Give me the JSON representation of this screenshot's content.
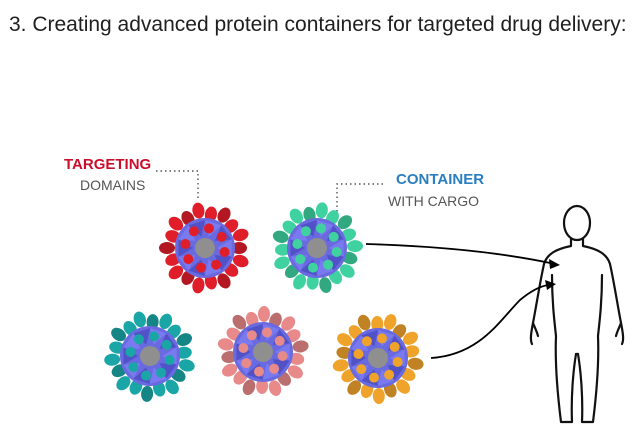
{
  "heading": "3. Creating advanced protein containers for targeted drug delivery:",
  "figure": {
    "label_targeting": "TARGETING",
    "label_domains": "DOMAINS",
    "label_container": "CONTAINER",
    "label_with_cargo": "WITH CARGO",
    "colors": {
      "targeting_label": "#c8102e",
      "container_label": "#2a7fc1",
      "gray_label": "#555555",
      "core_blue": "#6a6ae0",
      "core_gray": "#8f8f8f",
      "red_domains": "#e01e2a",
      "green_domains": "#3fd2a0",
      "teal_domains": "#1aa6a6",
      "pink_domains": "#e88a8a",
      "orange_domains": "#f0a32a",
      "arrow": "#000000"
    },
    "particles": [
      {
        "name": "red-domain-particle",
        "color_key": "red_domains"
      },
      {
        "name": "green-domain-particle",
        "color_key": "green_domains"
      },
      {
        "name": "teal-domain-particle",
        "color_key": "teal_domains"
      },
      {
        "name": "pink-domain-particle",
        "color_key": "pink_domains"
      },
      {
        "name": "orange-domain-particle",
        "color_key": "orange_domains"
      }
    ],
    "human_silhouette_icon": "human-body-outline"
  }
}
